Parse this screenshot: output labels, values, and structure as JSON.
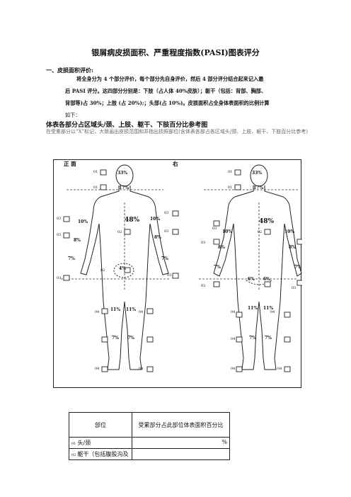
{
  "title": "银屑病皮损面积、严重程度指数(PASI)图表评分",
  "section1": {
    "heading": "一、皮损面积评价:",
    "lines": [
      "将全身分为 4 个部分评价，每个部分先自身评价，然后 4 部分评分结合起来记入最",
      "后 PASI 评分。这四部分分别是：下肢（占人体 40%皮肤）；躯干（包括：背部、胸部、",
      "背部等)占 30%；上肢 (占 20%);；头部(占 10%)。皮损面积占全身体表面积的比例计算",
      "如下："
    ]
  },
  "section2": {
    "heading": "体表各部分占区域头/颈、上肢、躯干、下肢百分比参考图",
    "note": "在受累部分以“X”标记，大致画出皮损范围和并指出损照部位(含体表各部占各区域头/颈、上肢、躯干、下肢百分比参考)"
  },
  "figure": {
    "front_label": "正 面",
    "right_label": "右",
    "front": {
      "head": "33%",
      "neck": "17%",
      "trunk": "48%",
      "groin": "4%",
      "upper_arm_l": "10%",
      "upper_arm_r": "10%",
      "forearm_l": "8%",
      "forearm_r": "8%",
      "hand_l": "7%",
      "hand_r": "7%",
      "thigh_l": "11%",
      "thigh_r": "11%",
      "calf_l": "7%",
      "calf_r": "7%"
    },
    "back": {
      "head": "33%",
      "neck": "17%",
      "trunk": "48%",
      "buttock_l": "6%",
      "buttock_r": "6%",
      "upper_arm_l": "10%",
      "upper_arm_r": "10%",
      "forearm_l": "8%",
      "forearm_r": "8%",
      "hand_l": "7%",
      "hand_r": "7%",
      "thigh_l": "11%",
      "thigh_r": "11%",
      "calf_l": "7%",
      "calf_r": "7%"
    },
    "codes": {
      "head": "01",
      "trunk": "02",
      "arm": "03",
      "leg": "04"
    }
  },
  "table": {
    "col1": "部位",
    "col2": "受累部分占此部位体表面积百分比",
    "rows": [
      {
        "code": "01",
        "label": "头/颈",
        "value": "%"
      },
      {
        "code": "02",
        "label": "躯干（包括腹股沟及",
        "value": ""
      }
    ]
  }
}
